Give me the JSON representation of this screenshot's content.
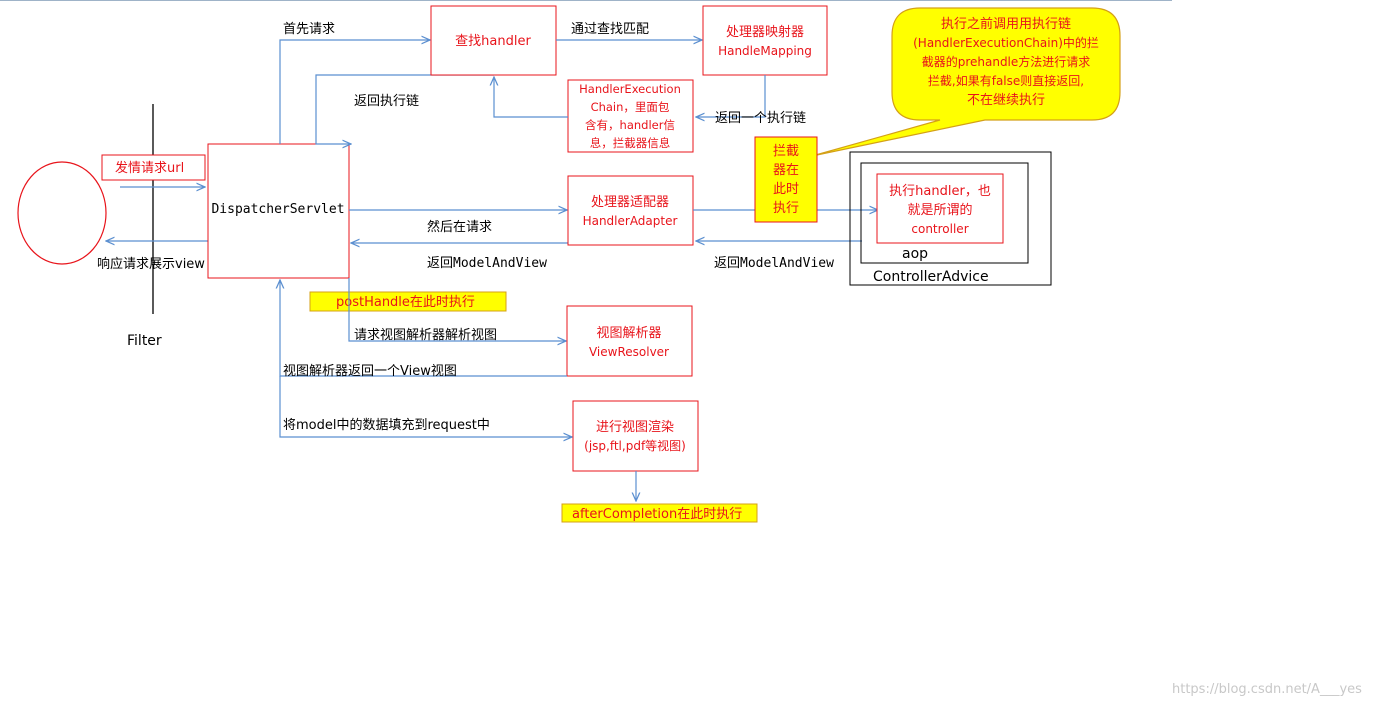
{
  "client_label": "",
  "filter_label": "Filter",
  "send_request": "发情请求url",
  "response_view": "响应请求展示view",
  "dispatcher": "DispatcherServlet",
  "first_request": "首先请求",
  "find_handler": "查找handler",
  "match_label": "通过查找匹配",
  "mapping": {
    "line1": "处理器映射器",
    "line2": "HandleMapping"
  },
  "return_chain": "返回执行链",
  "return_one_chain": "返回一个执行链",
  "execution_chain": {
    "line1": "HandlerExecution",
    "line2": "Chain，里面包",
    "line3": "含有，handler信",
    "line4": "息，拦截器信息"
  },
  "callout": {
    "line1": "执行之前调用用执行链",
    "line2": "(HandlerExecutionChain)中的拦",
    "line3": "截器的prehandle方法进行请求",
    "line4": "拦截,如果有false则直接返回,",
    "line5": "不在继续执行"
  },
  "interceptor": {
    "line1": "拦截",
    "line2": "器在",
    "line3": "此时",
    "line4": "执行"
  },
  "adapter": {
    "line1": "处理器适配器",
    "line2": "HandlerAdapter"
  },
  "then_request": "然后在请求",
  "return_mav_1": "返回ModelAndView",
  "return_mav_2": "返回ModelAndView",
  "controller": {
    "line1": "执行handler，也",
    "line2": "就是所谓的",
    "line3": "controller"
  },
  "aop_label": "aop",
  "controller_advice_label": "ControllerAdvice",
  "post_handle": "postHandle在此时执行",
  "request_resolver": "请求视图解析器解析视图",
  "resolver": {
    "line1": "视图解析器",
    "line2": "ViewResolver"
  },
  "resolver_return": "视图解析器返回一个View视图",
  "fill_model": "将model中的数据填充到request中",
  "render": {
    "line1": "进行视图渲染",
    "line2": "(jsp,ftl,pdf等视图)"
  },
  "after_completion": "afterCompletion在此时执行",
  "watermark": "https://blog.csdn.net/A___yes",
  "colors": {
    "red": "#e8141b",
    "blue_line": "#5b8fd0",
    "yellow": "#ffff00",
    "callout_fill": "#ffff00",
    "callout_stroke": "#d4a017",
    "text": "#000000"
  }
}
